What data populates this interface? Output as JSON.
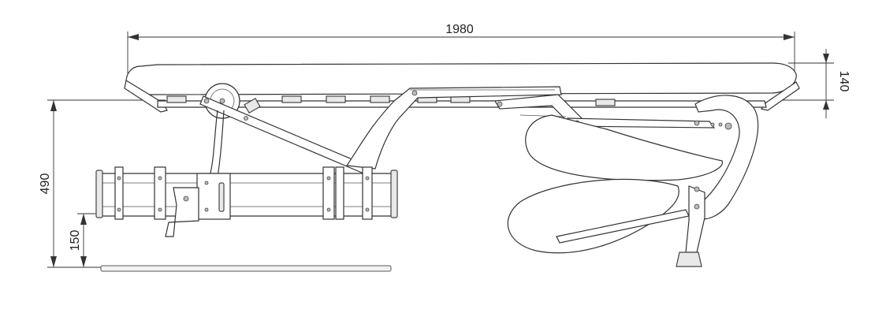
{
  "dimensions": {
    "length": "1980",
    "cushion_thickness": "140",
    "total_height": "490",
    "frame_clearance": "150"
  }
}
